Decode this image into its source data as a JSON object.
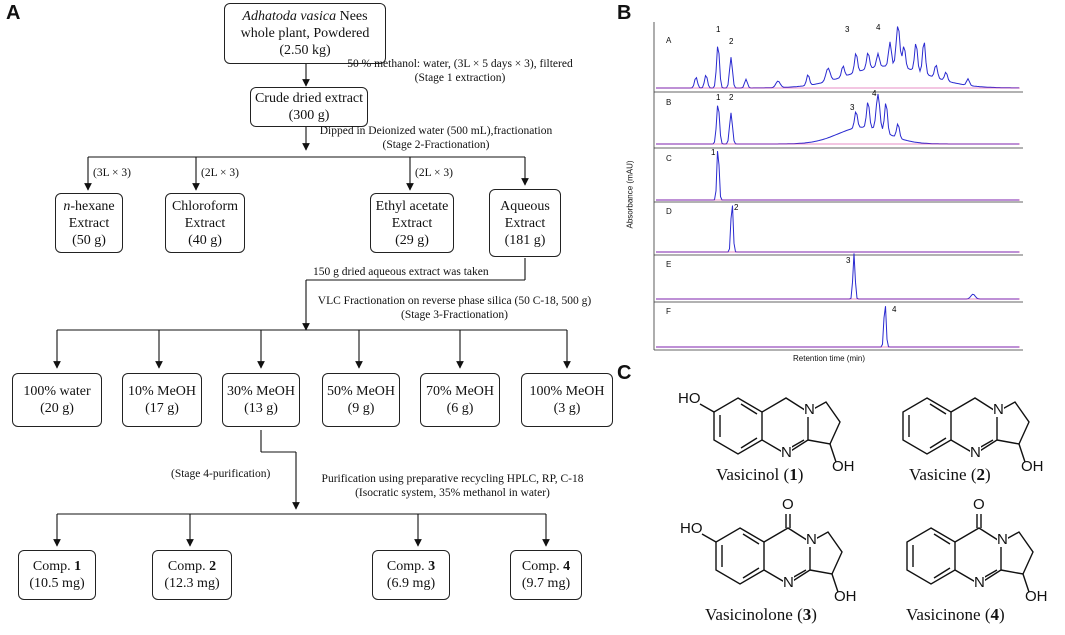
{
  "panels": {
    "a": "A",
    "b": "B",
    "c": "C"
  },
  "flowchart": {
    "plant_box": {
      "italic": "Adhatoda vasica",
      "line1_rest": " Nees",
      "line2": "whole plant, Powdered",
      "line3": "(2.50 kg)"
    },
    "step1": {
      "line1": "50 % methanol: water, (3L × 5 days × 3), filtered",
      "line2": "(Stage 1 extraction)"
    },
    "crude_box": {
      "line1": "Crude dried extract",
      "line2": "(300 g)"
    },
    "step2": {
      "line1": "Dipped in Deionized water (500 mL),fractionation",
      "line2": "(Stage 2-Fractionation)"
    },
    "branch_labels": [
      "(3L × 3)",
      "(2L × 3)",
      "(2L × 3)"
    ],
    "extracts": [
      {
        "italic": "n",
        "line1_rest": "-hexane",
        "line2": "Extract",
        "line3": "(50 g)"
      },
      {
        "italic": "",
        "line1_rest": "Chloroform",
        "line2": "Extract",
        "line3": "(40 g)"
      },
      {
        "italic": "",
        "line1_rest": "Ethyl acetate",
        "line2": "Extract",
        "line3": "(29 g)"
      },
      {
        "italic": "",
        "line1_rest": "Aqueous",
        "line2": "Extract",
        "line3": "(181 g)"
      }
    ],
    "step3a": "150 g dried aqueous extract was taken",
    "step3b": {
      "line1": "VLC Fractionation on reverse phase silica (50 C-18, 500 g)",
      "line2": "(Stage 3-Fractionation)"
    },
    "fractions": [
      {
        "line1": "100% water",
        "line2": "(20 g)"
      },
      {
        "line1": "10% MeOH",
        "line2": "(17 g)"
      },
      {
        "line1": "30% MeOH",
        "line2": "(13 g)"
      },
      {
        "line1": "50% MeOH",
        "line2": "(9 g)"
      },
      {
        "line1": "70% MeOH",
        "line2": "(6 g)"
      },
      {
        "line1": "100% MeOH",
        "line2": "(3 g)"
      }
    ],
    "stage4": "(Stage 4-purification)",
    "step4": {
      "line1": "Purification using preparative recycling HPLC, RP, C-18",
      "line2": "(Isocratic system, 35% methanol in water)"
    },
    "compounds": [
      {
        "prefix": "Comp. ",
        "num": "1",
        "amount": "(10.5 mg)"
      },
      {
        "prefix": "Comp. ",
        "num": "2",
        "amount": "(12.3 mg)"
      },
      {
        "prefix": "Comp. ",
        "num": "3",
        "amount": "(6.9 mg)"
      },
      {
        "prefix": "Comp. ",
        "num": "4",
        "amount": "(9.7 mg)"
      }
    ]
  },
  "chromatogram": {
    "ylabel": "Absorbance (mAU)",
    "xlabel": "Retention time (min)",
    "traces": [
      "A",
      "B",
      "C",
      "D",
      "E",
      "F"
    ],
    "peak_labels": [
      "1",
      "2",
      "3",
      "4"
    ],
    "colors": {
      "trace": "#2a2ad0",
      "baseline": "#d01a8a"
    }
  },
  "structures": [
    {
      "name": "Vasicinol (",
      "num": "1",
      "close": ")",
      "oh": "OH",
      "ho": "HO",
      "n1": "N",
      "n2": "N"
    },
    {
      "name": "Vasicine (",
      "num": "2",
      "close": ")",
      "oh": "OH",
      "n1": "N",
      "n2": "N"
    },
    {
      "name": "Vasicinolone (",
      "num": "3",
      "close": ")",
      "oh": "OH",
      "ho": "HO",
      "n1": "N",
      "n2": "N",
      "o": "O"
    },
    {
      "name": "Vasicinone (",
      "num": "4",
      "close": ")",
      "oh": "OH",
      "n1": "N",
      "n2": "N",
      "o": "O"
    }
  ]
}
